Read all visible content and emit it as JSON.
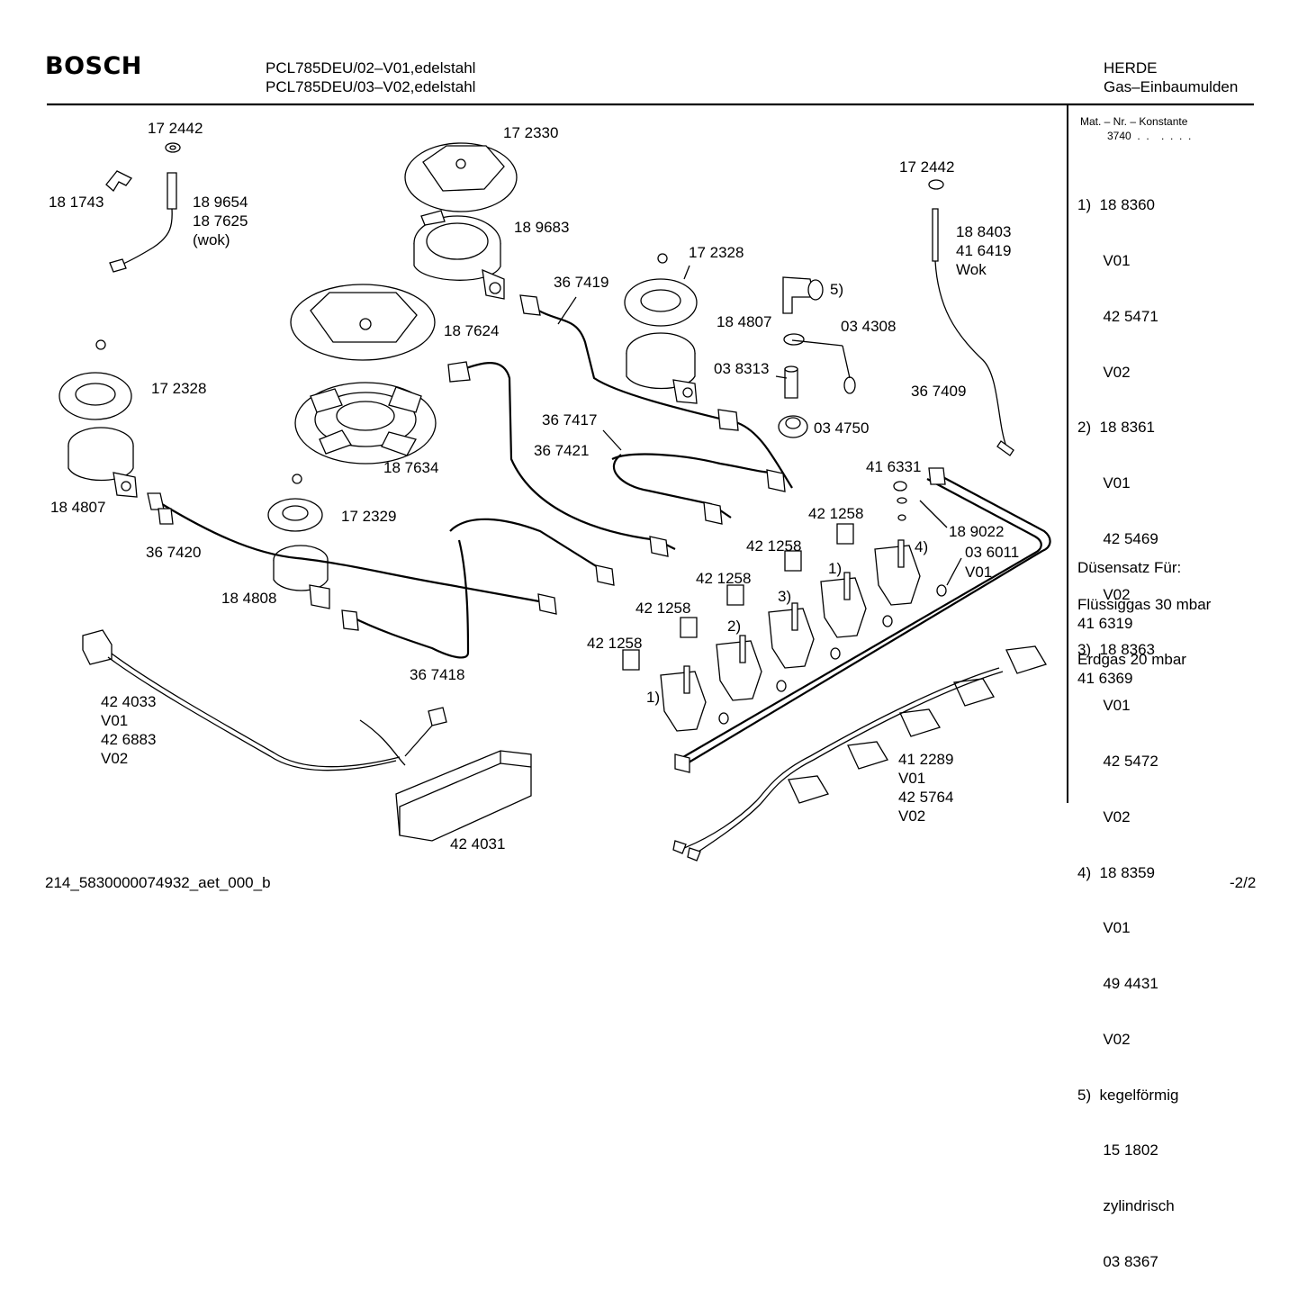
{
  "header": {
    "brand": "BOSCH",
    "model_line_1": "PCL785DEU/02–V01,edelstahl",
    "model_line_2": "PCL785DEU/03–V02,edelstahl",
    "category": "HERDE",
    "subcategory": "Gas–Einbaumulden"
  },
  "sidebar": {
    "constant_title": "Mat. – Nr. – Konstante",
    "constant_value": "3740  .  .    .  .  .  .",
    "notes": [
      "1)  18 8360",
      "      V01",
      "      42 5471",
      "      V02",
      "2)  18 8361",
      "      V01",
      "      42 5469",
      "      V02",
      "3)  18 8363",
      "      V01",
      "      42 5472",
      "      V02",
      "4)  18 8359",
      "      V01",
      "      49 4431",
      "      V02",
      "5)  kegelförmig",
      "      15 1802",
      "      zylindrisch",
      "      03 8367"
    ],
    "nozzle_title": "Düsensatz Für:",
    "lpg_label": "Flüssiggas 30 mbar",
    "lpg_number": "41 6319",
    "natural_gas_label": "Erdgas 20 mbar",
    "natural_gas_number": "41 6369"
  },
  "labels": {
    "l01": "17 2442",
    "l02": "18 1743",
    "l03": "18 9654",
    "l04": "18 7625",
    "l05": "(wok)",
    "l06": "17 2330",
    "l07": "18 9683",
    "l08": "17 2442",
    "l09": "18 8403",
    "l10": "41 6419",
    "l11": "Wok",
    "l12": "17 2328",
    "l13": "36 7419",
    "l14": "5)",
    "l15": "18 7624",
    "l16": "18 4807",
    "l17": "03 4308",
    "l18": "17 2328",
    "l19": "03 8313",
    "l20": "36 7409",
    "l21": "03 4750",
    "l22": "36 7417",
    "l23": "36 7421",
    "l24": "18 7634",
    "l25": "41 6331",
    "l26": "18 4807",
    "l27": "17 2329",
    "l28": "42 1258",
    "l29": "18 9022",
    "l30": "42 1258",
    "l31": "4)",
    "l32": "03 6011",
    "l33": "V01",
    "l34": "36 7420",
    "l35": "1)",
    "l36": "42 1258",
    "l37": "18 4808",
    "l38": "3)",
    "l39": "42 1258",
    "l40": "2)",
    "l41": "42 1258",
    "l42": "36 7418",
    "l43": "1)",
    "l44": "42 4033",
    "l45": "V01",
    "l46": "42 6883",
    "l47": "V02",
    "l48": "41 2289",
    "l49": "V01",
    "l50": "42 5764",
    "l51": "V02",
    "l52": "42 4031"
  },
  "footer": {
    "document_id": "214_5830000074932_aet_000_b",
    "page": "-2/2"
  }
}
